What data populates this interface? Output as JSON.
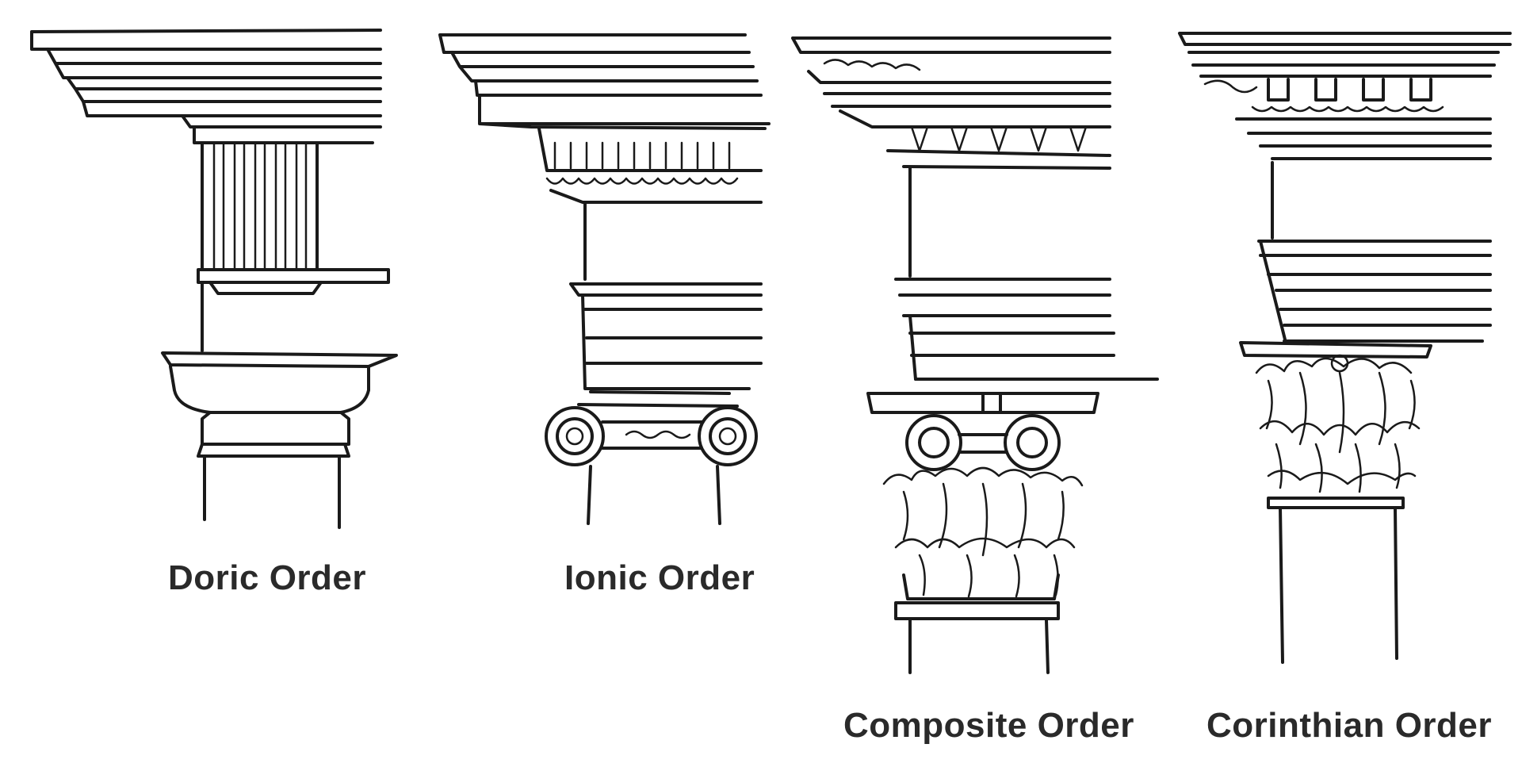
{
  "orders": [
    {
      "id": "doric",
      "caption": "Doric Order"
    },
    {
      "id": "ionic",
      "caption": "Ionic Order"
    },
    {
      "id": "composite",
      "caption": "Composite Order"
    },
    {
      "id": "corinthian",
      "caption": "Corinthian Order"
    }
  ]
}
